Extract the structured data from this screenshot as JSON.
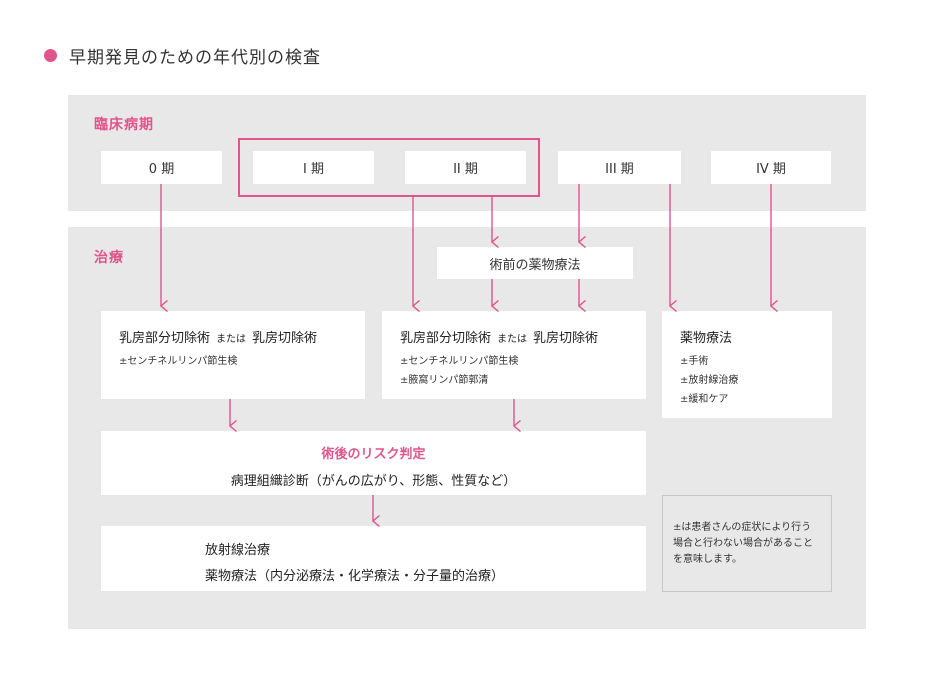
{
  "title": "早期発見のための年代別の検査",
  "stage_section": {
    "label": "臨床病期",
    "stages": [
      "0 期",
      "I 期",
      "II 期",
      "III 期",
      "IV 期"
    ]
  },
  "treatment_section": {
    "label": "治療",
    "preop": "術前の薬物療法",
    "left_box": {
      "main_a": "乳房部分切除術",
      "or": "または",
      "main_b": "乳房切除術",
      "subs": [
        "±センチネルリンパ節生検"
      ]
    },
    "middle_box": {
      "main_a": "乳房部分切除術",
      "or": "または",
      "main_b": "乳房切除術",
      "subs": [
        "±センチネルリンパ節生検",
        "±腋窩リンパ節郭清"
      ]
    },
    "right_box": {
      "main": "薬物療法",
      "subs": [
        "±手術",
        "±放射線治療",
        "±緩和ケア"
      ]
    },
    "risk_box": {
      "title": "術後のリスク判定",
      "sub": "病理組織診断（がんの広がり、形態、性質など）"
    },
    "radiation_box": {
      "line1": "放射線治療",
      "line2": "薬物療法（内分泌療法・化学療法・分子量的治療）"
    },
    "note": "±は患者さんの症状により行う場合と行わない場合があることを意味します。"
  },
  "colors": {
    "accent": "#e0558d",
    "panel": "#e8e8e8",
    "box": "#ffffff",
    "text": "#333333"
  }
}
